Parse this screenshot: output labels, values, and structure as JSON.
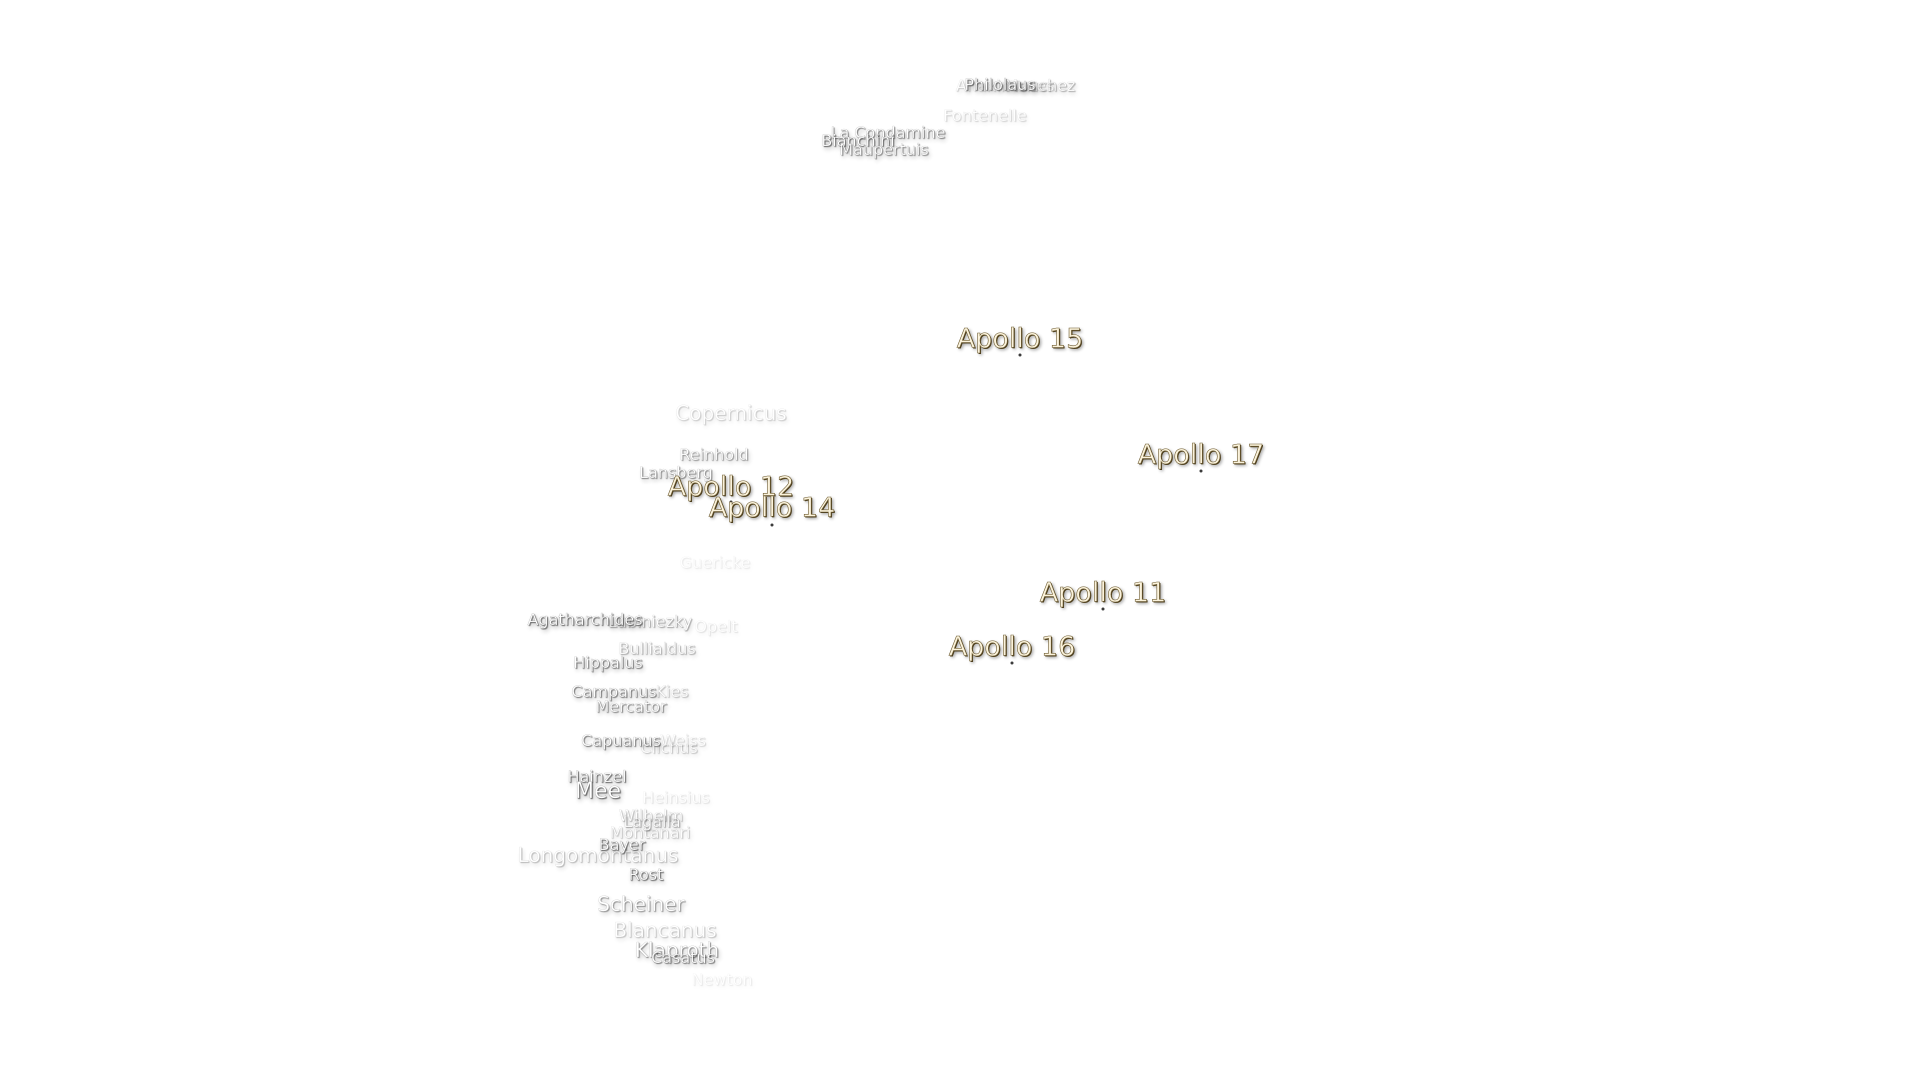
{
  "landing_sites": [
    {
      "id": "apollo15",
      "label": "Apollo 15"
    },
    {
      "id": "apollo17",
      "label": "Apollo 17"
    },
    {
      "id": "apollo12",
      "label": "Apollo 12"
    },
    {
      "id": "apollo14",
      "label": "Apollo 14"
    },
    {
      "id": "apollo11",
      "label": "Apollo 11"
    },
    {
      "id": "apollo16",
      "label": "Apollo 16"
    }
  ],
  "craters": [
    {
      "id": "philolaus",
      "label": "Philolaus"
    },
    {
      "id": "anaximenes",
      "label": "Anaximenes"
    },
    {
      "id": "mouchez",
      "label": "Mouchez"
    },
    {
      "id": "fontenelle",
      "label": "Fontenelle"
    },
    {
      "id": "la-condamine",
      "label": "La Condamine"
    },
    {
      "id": "bianchini",
      "label": "Bianchini"
    },
    {
      "id": "maupertuis",
      "label": "Maupertuis"
    },
    {
      "id": "copernicus",
      "label": "Copernicus"
    },
    {
      "id": "reinhold",
      "label": "Reinhold"
    },
    {
      "id": "lansberg",
      "label": "Lansberg"
    },
    {
      "id": "guericke",
      "label": "Guericke"
    },
    {
      "id": "agatharchides",
      "label": "Agatharchides"
    },
    {
      "id": "lubiniezky",
      "label": "Lubiniezky"
    },
    {
      "id": "opelt",
      "label": "Opelt"
    },
    {
      "id": "bullialdus",
      "label": "Bullialdus"
    },
    {
      "id": "hippalus",
      "label": "Hippalus"
    },
    {
      "id": "campanus",
      "label": "Campanus"
    },
    {
      "id": "kies",
      "label": "Kies"
    },
    {
      "id": "mercator",
      "label": "Mercator"
    },
    {
      "id": "capuanus",
      "label": "Capuanus"
    },
    {
      "id": "weiss",
      "label": "Weiss"
    },
    {
      "id": "ciichus",
      "label": "Ciichus"
    },
    {
      "id": "hainzel",
      "label": "Hainzel"
    },
    {
      "id": "mee",
      "label": "Mee"
    },
    {
      "id": "heinsius",
      "label": "Heinsius"
    },
    {
      "id": "wilhelm",
      "label": "Wilhelm"
    },
    {
      "id": "lagalla",
      "label": "Lagalla"
    },
    {
      "id": "montanari",
      "label": "Montanari"
    },
    {
      "id": "bayer",
      "label": "Bayer"
    },
    {
      "id": "longomontanus",
      "label": "Longomontanus"
    },
    {
      "id": "rost",
      "label": "Rost"
    },
    {
      "id": "scheiner",
      "label": "Scheiner"
    },
    {
      "id": "blancanus",
      "label": "Blancanus"
    },
    {
      "id": "klaproth",
      "label": "Klaproth"
    },
    {
      "id": "casatus",
      "label": "Casatus"
    },
    {
      "id": "newton",
      "label": "Newton"
    }
  ]
}
